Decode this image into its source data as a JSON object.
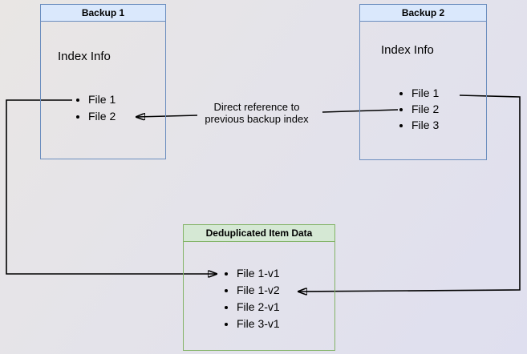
{
  "colors": {
    "blue_fill": "#dae8fc",
    "blue_border": "#6c8ebf",
    "green_fill": "#d5e8d4",
    "green_border": "#82b366",
    "arrow": "#000000",
    "background_start": "#e9e6e4",
    "background_end": "#dfdfef"
  },
  "diagram": {
    "backup1": {
      "title": "Backup 1",
      "subtitle": "Index Info",
      "items": [
        "File 1",
        "File 2"
      ]
    },
    "backup2": {
      "title": "Backup 2",
      "subtitle": "Index Info",
      "items": [
        "File 1",
        "File 2",
        "File 3"
      ]
    },
    "dedup": {
      "title": "Deduplicated Item Data",
      "items": [
        "File 1-v1",
        "File 1-v2",
        "File 2-v1",
        "File 3-v1"
      ]
    },
    "annotation": {
      "line1": "Direct reference to",
      "line2": "previous backup index"
    }
  }
}
